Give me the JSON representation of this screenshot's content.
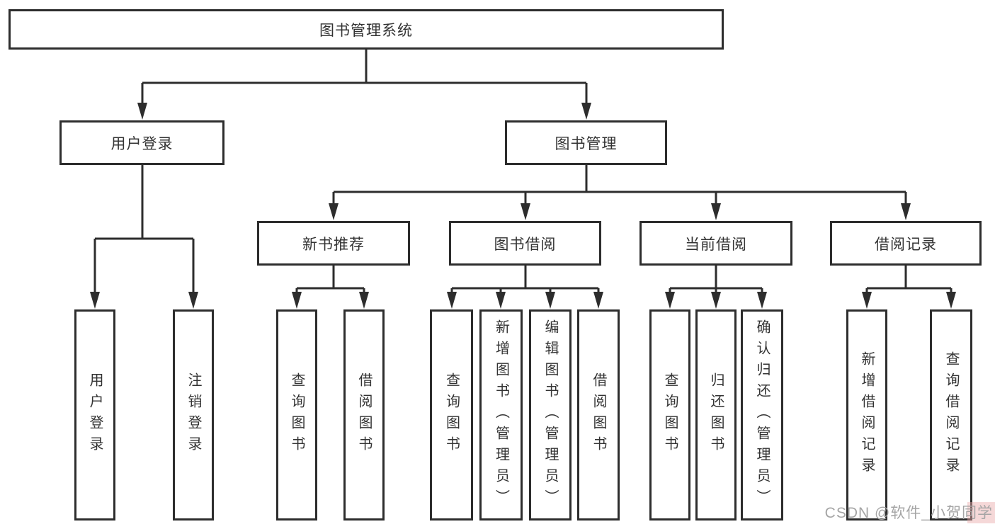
{
  "tree": {
    "label": "图书管理系统",
    "children": [
      {
        "label": "用户登录",
        "children": [
          {
            "label": "用户登录"
          },
          {
            "label": "注销登录"
          }
        ]
      },
      {
        "label": "图书管理",
        "children": [
          {
            "label": "新书推荐",
            "children": [
              {
                "label": "查询图书"
              },
              {
                "label": "借阅图书"
              }
            ]
          },
          {
            "label": "图书借阅",
            "children": [
              {
                "label": "查询图书"
              },
              {
                "label": "新增图书（管理员）"
              },
              {
                "label": "编辑图书（管理员）"
              },
              {
                "label": "借阅图书"
              }
            ]
          },
          {
            "label": "当前借阅",
            "children": [
              {
                "label": "查询图书"
              },
              {
                "label": "归还图书"
              },
              {
                "label": "确认归还（管理员）"
              }
            ]
          },
          {
            "label": "借阅记录",
            "children": [
              {
                "label": "新增借阅记录"
              },
              {
                "label": "查询借阅记录"
              }
            ]
          }
        ]
      }
    ]
  },
  "watermark": {
    "text": "CSDN @软件_小贺同学"
  },
  "colors": {
    "line": "#2d2d2d",
    "text": "#333333",
    "box-bg": "#ffffff",
    "watermark": "#a5a5a5",
    "watermark-highlight": "#e8a9a9"
  }
}
